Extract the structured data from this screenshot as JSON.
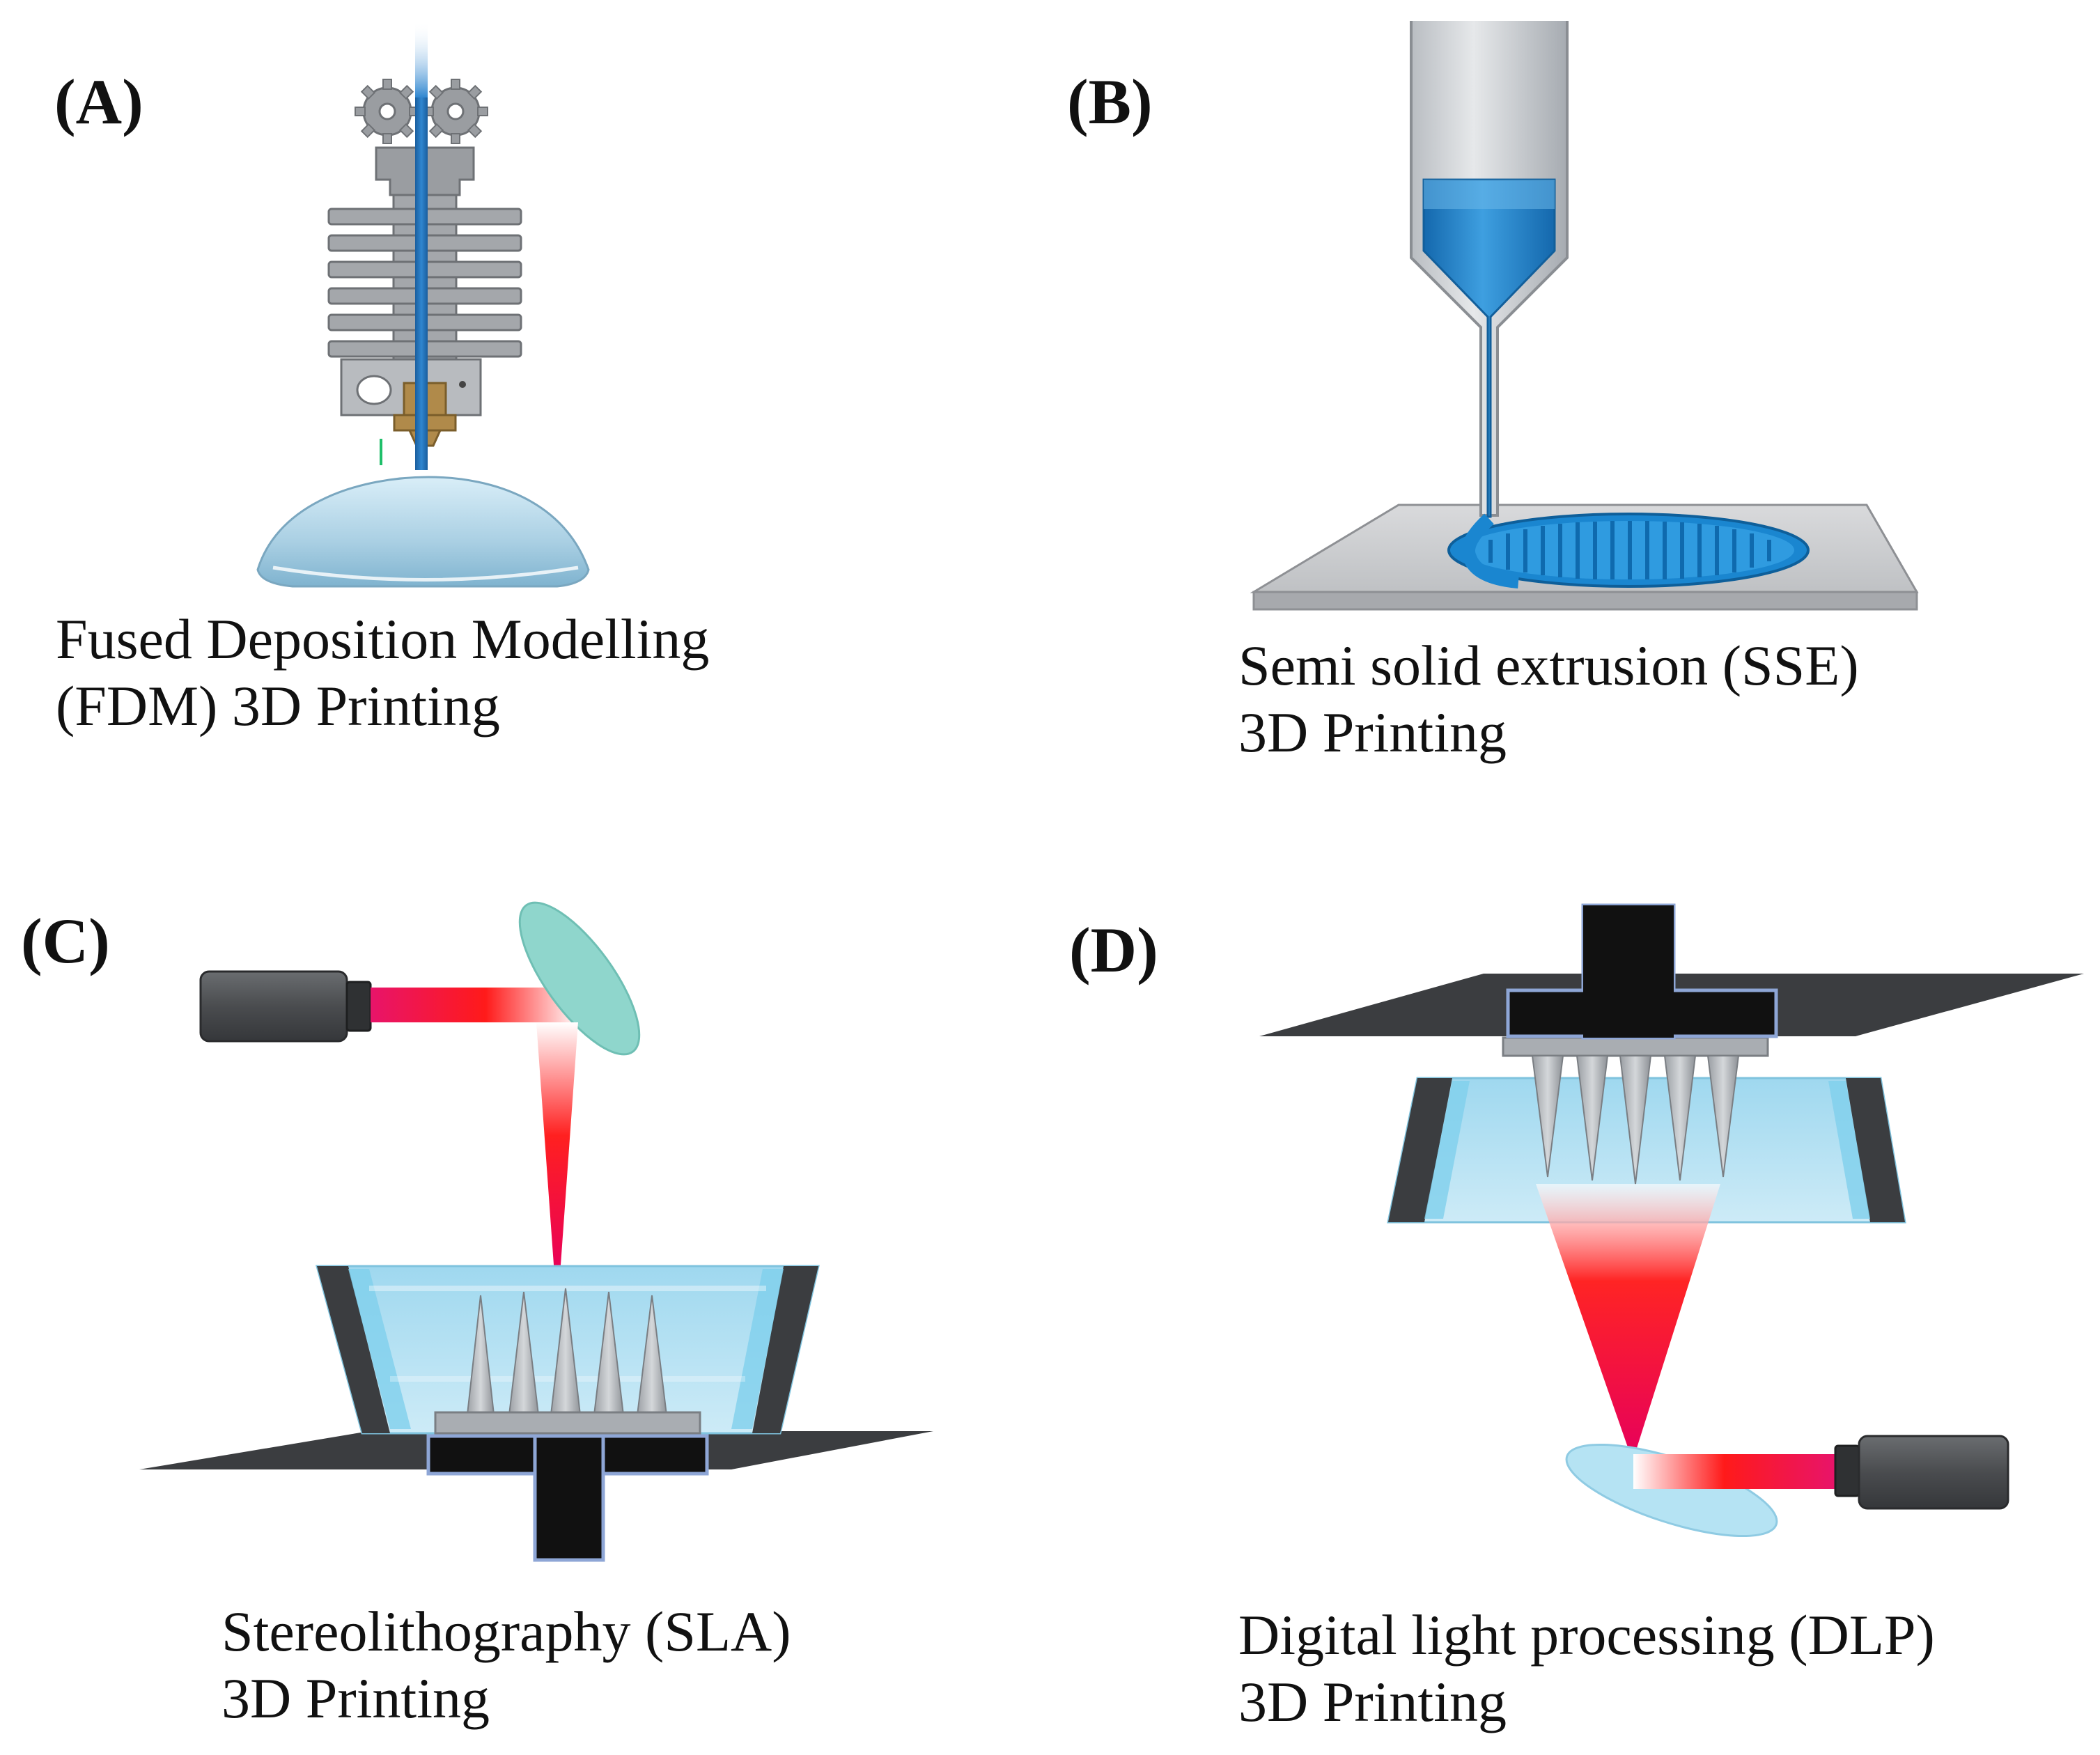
{
  "panels": {
    "a": {
      "letter": "(A)",
      "caption_line1": "Fused Deposition Modelling",
      "caption_line2": "(FDM) 3D Printing"
    },
    "b": {
      "letter": "(B)",
      "caption_line1": "Semi solid extrusion (SSE)",
      "caption_line2": "3D Printing"
    },
    "c": {
      "letter": "(C)",
      "caption_line1": "Stereolithography (SLA)",
      "caption_line2": "3D Printing"
    },
    "d": {
      "letter": "(D)",
      "caption_line1": "Digital light processing (DLP)",
      "caption_line2": "3D Printing"
    }
  },
  "colors": {
    "filament_blue": "#1f6fb5",
    "ink_blue": "#1a86d0",
    "resin_light": "#bfe6f5",
    "laser_red": "#e8202a",
    "laser_pink": "#e6005c",
    "metal_gray": "#8a8f96",
    "platform_dark": "#3b3d40",
    "mirror_teal": "#8fd6cc",
    "mirror_light_blue": "#b5e3f3",
    "brass": "#b08a4a"
  },
  "icons": [
    "gear-icon",
    "heat-sink-icon",
    "nozzle-icon",
    "syringe-icon",
    "laser-source-icon",
    "mirror-icon",
    "resin-vat-icon",
    "build-platform-icon",
    "microneedle-array-icon"
  ]
}
